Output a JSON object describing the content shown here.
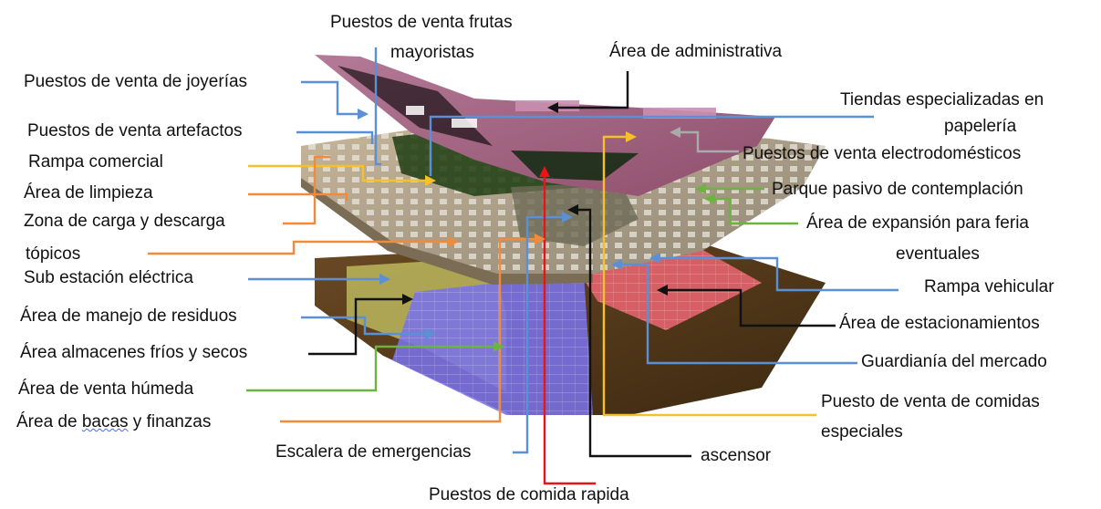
{
  "labels": {
    "frutas_l1": "Puestos de venta frutas",
    "frutas_l2": "mayoristas",
    "administrativa": "Área de administrativa",
    "joyerias": "Puestos de venta de joyerías",
    "papeleria_l1": "Tiendas especializadas en",
    "papeleria_l2": "papelería",
    "artefactos": "Puestos de venta artefactos",
    "electrodomesticos": "Puestos de venta electrodomésticos",
    "rampa_comercial": "Rampa comercial",
    "limpieza": "Área de limpieza",
    "parque": "Parque pasivo de contemplación",
    "carga": "Zona de carga y descarga",
    "expansion_l1": "Área de expansión para feria",
    "expansion_l2": "eventuales",
    "topicos": "tópicos",
    "rampa_vehicular": "Rampa vehicular",
    "subestacion": "Sub estación eléctrica",
    "residuos": "Área de manejo de residuos",
    "estacionamientos": "Área de estacionamientos",
    "almacenes": "Área almacenes fríos y secos",
    "guardiania": "Guardianía del mercado",
    "venta_humeda": "Área de venta húmeda",
    "comidas_l1": "Puesto de venta de comidas",
    "comidas_l2": "especiales",
    "bacas_pre": "Área de ",
    "bacas_word": "bacas",
    "bacas_post": " y finanzas",
    "escalera": "Escalera de emergencias",
    "ascensor": "ascensor",
    "comida_rapida": "Puestos de comida rapida"
  },
  "colors": {
    "blue": "#5b8fd6",
    "black": "#111111",
    "orange": "#f08a3c",
    "yellow": "#f5c02a",
    "gray": "#aaaaaa",
    "green": "#6db33f",
    "red": "#e8141a"
  }
}
